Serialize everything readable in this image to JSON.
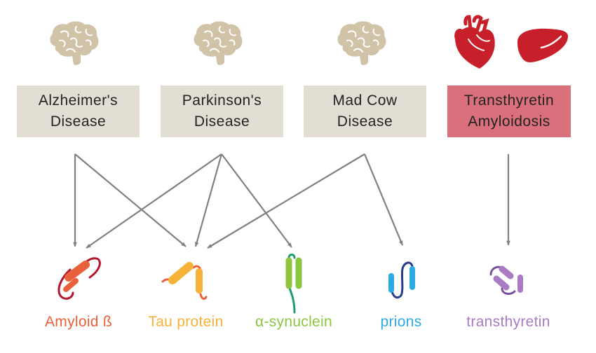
{
  "colors": {
    "box_neutral": "#e2ded3",
    "box_highlight": "#d9707b",
    "brain": "#d1c3a8",
    "brain_line": "#ffffff",
    "heart": "#c8202a",
    "liver": "#c8202a",
    "arrow": "#808080",
    "amyloid_beta": "#e8613a",
    "amyloid_beta_loop": "#b5142e",
    "tau_protein": "#f7b239",
    "tau_loop": "#e8613a",
    "alpha_synuclein": "#8cc63f",
    "alpha_synuclein_tail": "#1e9e6a",
    "prions": "#29aae2",
    "prions_loop": "#2a3a8c",
    "transthyretin": "#a97bc4",
    "transthyretin_loop": "#7a4f9c"
  },
  "diseases": [
    {
      "label": "Alzheimer's\nDisease",
      "icon": "brain-icon"
    },
    {
      "label": "Parkinson's\nDisease",
      "icon": "brain-icon"
    },
    {
      "label": "Mad Cow\nDisease",
      "icon": "brain-icon"
    },
    {
      "label": "Transthyretin\nAmyloidosis",
      "icon": "heart-icon, liver-icon"
    }
  ],
  "proteins": [
    {
      "label": "Amyloid ß",
      "icon": "amyloid-beta-structure-icon"
    },
    {
      "label": "Tau protein",
      "icon": "tau-protein-structure-icon"
    },
    {
      "label": "α-synuclein",
      "icon": "alpha-synuclein-structure-icon"
    },
    {
      "label": "prions",
      "icon": "prion-structure-icon"
    },
    {
      "label": "transthyretin",
      "icon": "transthyretin-structure-icon"
    }
  ],
  "links": [
    {
      "from": "Alzheimer's Disease",
      "to": "Amyloid ß"
    },
    {
      "from": "Alzheimer's Disease",
      "to": "Tau protein"
    },
    {
      "from": "Parkinson's Disease",
      "to": "Amyloid ß"
    },
    {
      "from": "Parkinson's Disease",
      "to": "Tau protein"
    },
    {
      "from": "Parkinson's Disease",
      "to": "α-synuclein"
    },
    {
      "from": "Mad Cow Disease",
      "to": "Tau protein"
    },
    {
      "from": "Mad Cow Disease",
      "to": "prions"
    },
    {
      "from": "Transthyretin Amyloidosis",
      "to": "transthyretin"
    }
  ]
}
